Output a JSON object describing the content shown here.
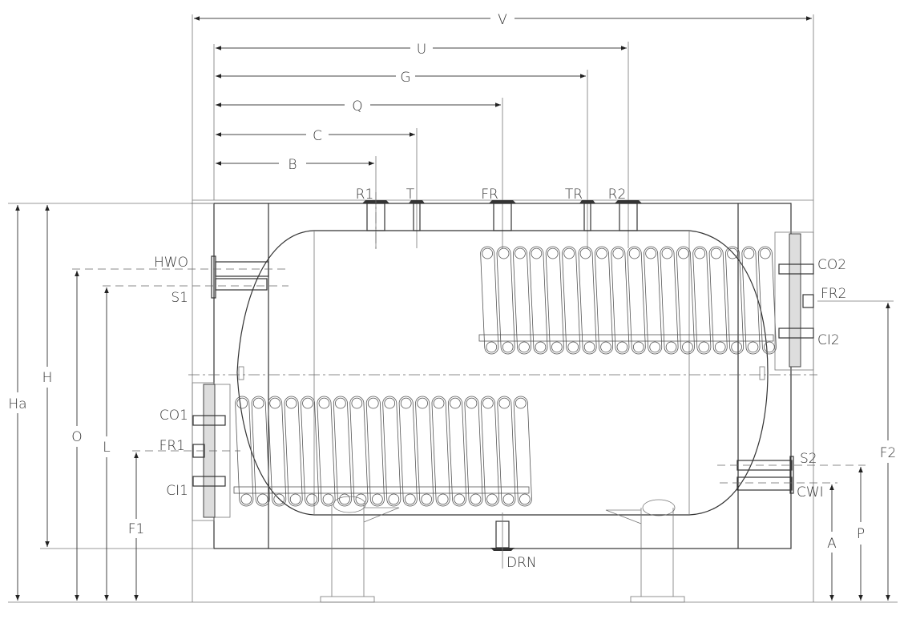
{
  "diagram": {
    "type": "technical-drawing",
    "subject": "horizontal water heater tank with two coil heat exchangers",
    "horizontal_dimensions": [
      {
        "id": "V",
        "label": "V"
      },
      {
        "id": "U",
        "label": "U"
      },
      {
        "id": "G",
        "label": "G"
      },
      {
        "id": "Q",
        "label": "Q"
      },
      {
        "id": "C",
        "label": "C"
      },
      {
        "id": "B",
        "label": "B"
      }
    ],
    "left_vertical_dimensions": [
      {
        "id": "Ha",
        "label": "Ha"
      },
      {
        "id": "H",
        "label": "H"
      },
      {
        "id": "O",
        "label": "O"
      },
      {
        "id": "L",
        "label": "L"
      },
      {
        "id": "F1",
        "label": "F1"
      }
    ],
    "right_vertical_dimensions": [
      {
        "id": "A",
        "label": "A"
      },
      {
        "id": "P",
        "label": "P"
      },
      {
        "id": "F2",
        "label": "F2"
      }
    ],
    "top_connections": [
      {
        "id": "R1",
        "label": "R1"
      },
      {
        "id": "T",
        "label": "T"
      },
      {
        "id": "FR",
        "label": "FR"
      },
      {
        "id": "TR",
        "label": "TR"
      },
      {
        "id": "R2",
        "label": "R2"
      }
    ],
    "left_connections": [
      {
        "id": "HWO",
        "label": "HWO"
      },
      {
        "id": "S1",
        "label": "S1"
      },
      {
        "id": "CO1",
        "label": "CO1"
      },
      {
        "id": "FR1",
        "label": "FR1"
      },
      {
        "id": "CI1",
        "label": "CI1"
      }
    ],
    "right_connections": [
      {
        "id": "CO2",
        "label": "CO2"
      },
      {
        "id": "FR2",
        "label": "FR2"
      },
      {
        "id": "CI2",
        "label": "CI2"
      },
      {
        "id": "S2",
        "label": "S2"
      },
      {
        "id": "CWI",
        "label": "CWI"
      }
    ],
    "bottom_connections": [
      {
        "id": "DRN",
        "label": "DRN"
      }
    ],
    "line_color": "#333333"
  }
}
